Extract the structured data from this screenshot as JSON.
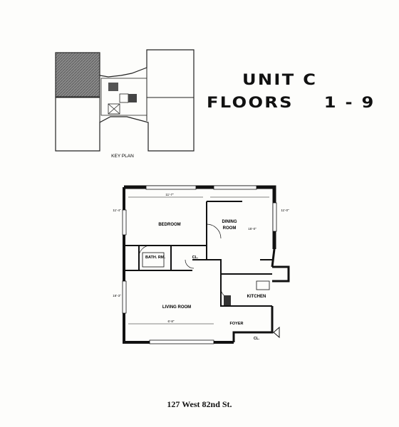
{
  "title": {
    "line1": "UNIT C",
    "line2": "FLOORS    1 - 9"
  },
  "key_plan": {
    "label": "KEY PLAN"
  },
  "floor_plan": {
    "rooms": {
      "bedroom": "BEDROOM",
      "dining_room_1": "DINING",
      "dining_room_2": "ROOM",
      "bath_rm": "BATH. RM.",
      "cl_1": "CL.",
      "living_room": "LIVING ROOM",
      "kitchen": "KITCHEN",
      "foyer": "FOYER",
      "cl_2": "CL."
    },
    "dimensions": {
      "bedroom_width": "11'-7\"",
      "bedroom_depth": "11'-4\"",
      "dining_depth": "15'-0\"",
      "dining_width": "11'-0\"",
      "living_width": "6'-8\"",
      "living_depth": "16'-3\""
    }
  },
  "address": "127 West 82nd St."
}
